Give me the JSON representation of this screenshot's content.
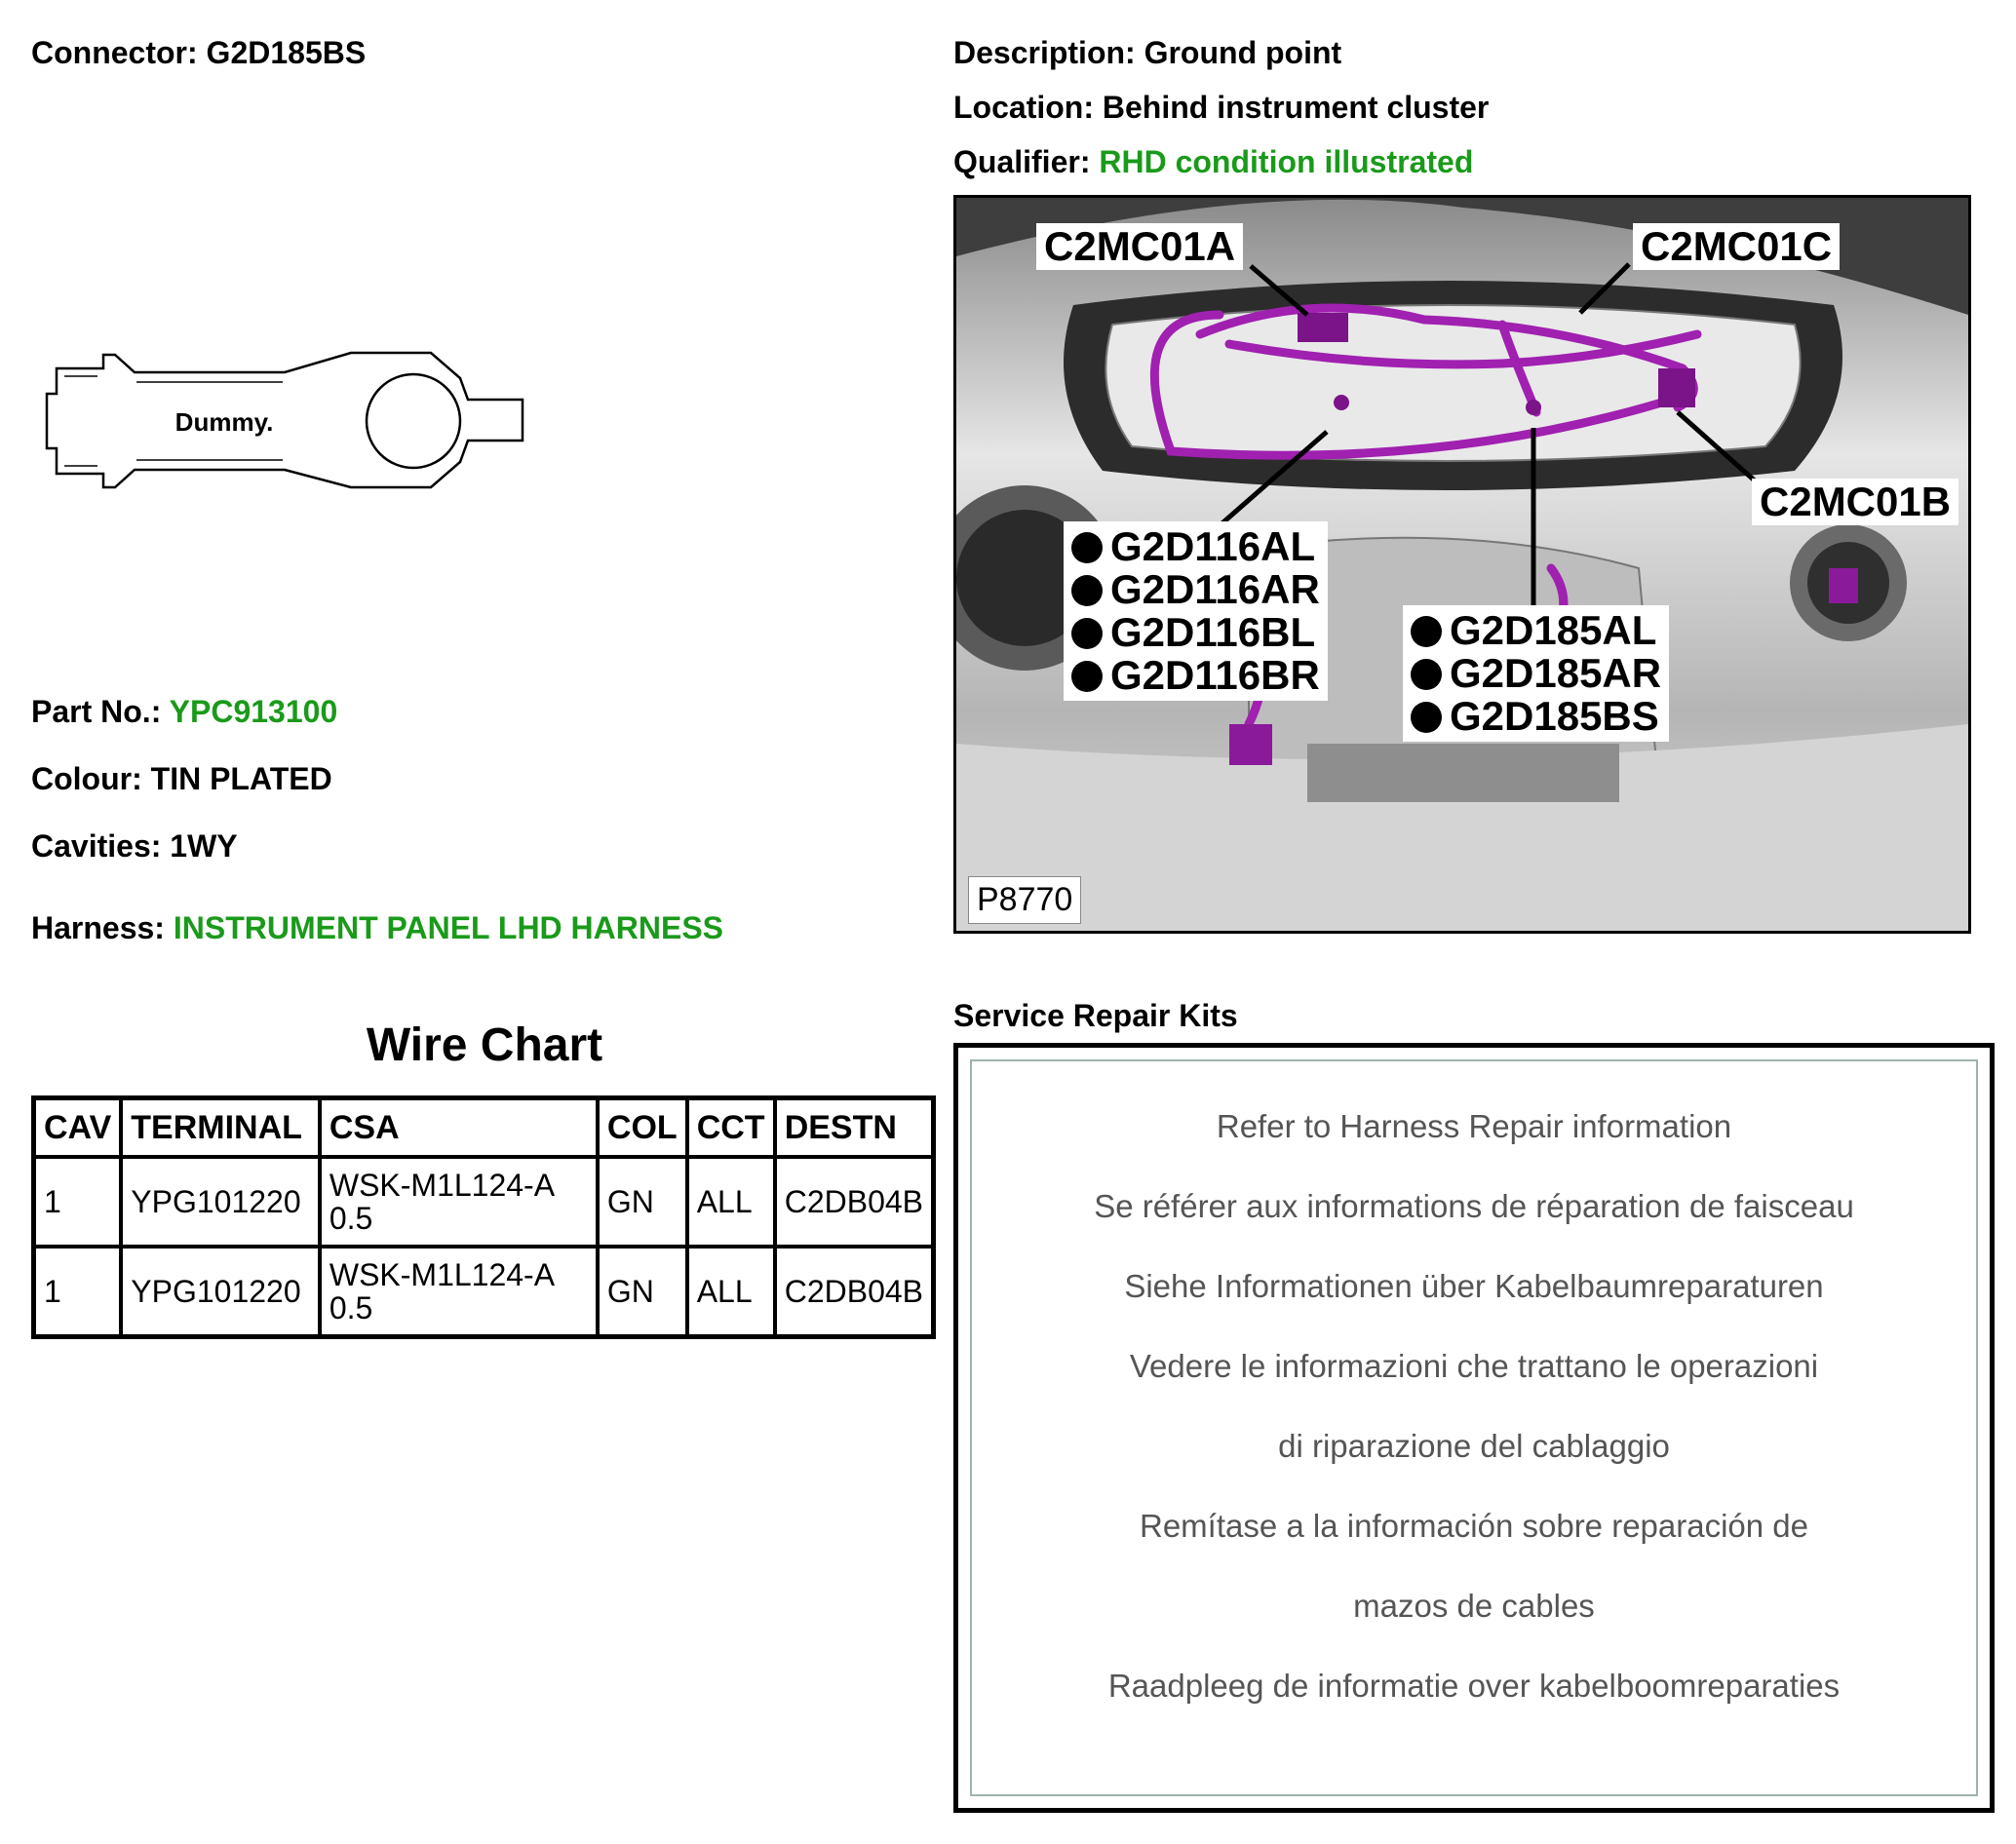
{
  "connector": {
    "label": "Connector:",
    "value": "G2D185BS"
  },
  "description": {
    "label": "Description:",
    "value": "Ground point"
  },
  "location": {
    "label": "Location:",
    "value": "Behind instrument cluster"
  },
  "qualifier": {
    "label": "Qualifier:",
    "value": "RHD condition illustrated"
  },
  "part_no": {
    "label": "Part No.:",
    "value": "YPC913100"
  },
  "colour": {
    "label": "Colour:",
    "value": "TIN PLATED"
  },
  "cavities": {
    "label": "Cavities:",
    "value": "1WY"
  },
  "harness": {
    "label": "Harness:",
    "value": "INSTRUMENT PANEL LHD HARNESS"
  },
  "terminal_drawing": {
    "text": "Dummy."
  },
  "photo": {
    "figure_id": "P8770",
    "callouts": {
      "c2mc01a": "C2MC01A",
      "c2mc01c": "C2MC01C",
      "c2mc01b": "C2MC01B",
      "group_left": [
        "G2D116AL",
        "G2D116AR",
        "G2D116BL",
        "G2D116BR"
      ],
      "group_right": [
        "G2D185AL",
        "G2D185AR",
        "G2D185BS"
      ]
    },
    "colors": {
      "harness": "#a020b0",
      "frame": "#000000"
    }
  },
  "wire_chart": {
    "title": "Wire Chart",
    "headers": [
      "CAV",
      "TERMINAL",
      "CSA",
      "COL",
      "CCT",
      "DESTN"
    ],
    "rows": [
      {
        "cav": "1",
        "terminal": "YPG101220",
        "csa_1": "WSK-M1L124-A",
        "csa_2": "0.5",
        "col": "GN",
        "cct": "ALL",
        "destn": "C2DB04B"
      },
      {
        "cav": "1",
        "terminal": "YPG101220",
        "csa_1": "WSK-M1L124-A",
        "csa_2": "0.5",
        "col": "GN",
        "cct": "ALL",
        "destn": "C2DB04B"
      }
    ]
  },
  "service_repair": {
    "title": "Service Repair Kits",
    "lines": [
      "Refer to Harness Repair information",
      "Se référer aux informations de réparation de faisceau",
      "Siehe Informationen über Kabelbaumreparaturen",
      "Vedere le informazioni che trattano le operazioni",
      "di riparazione del cablaggio",
      "Remítase a la información sobre reparación de",
      "mazos de cables",
      "Raadpleeg de informatie over kabelboomreparaties"
    ]
  }
}
